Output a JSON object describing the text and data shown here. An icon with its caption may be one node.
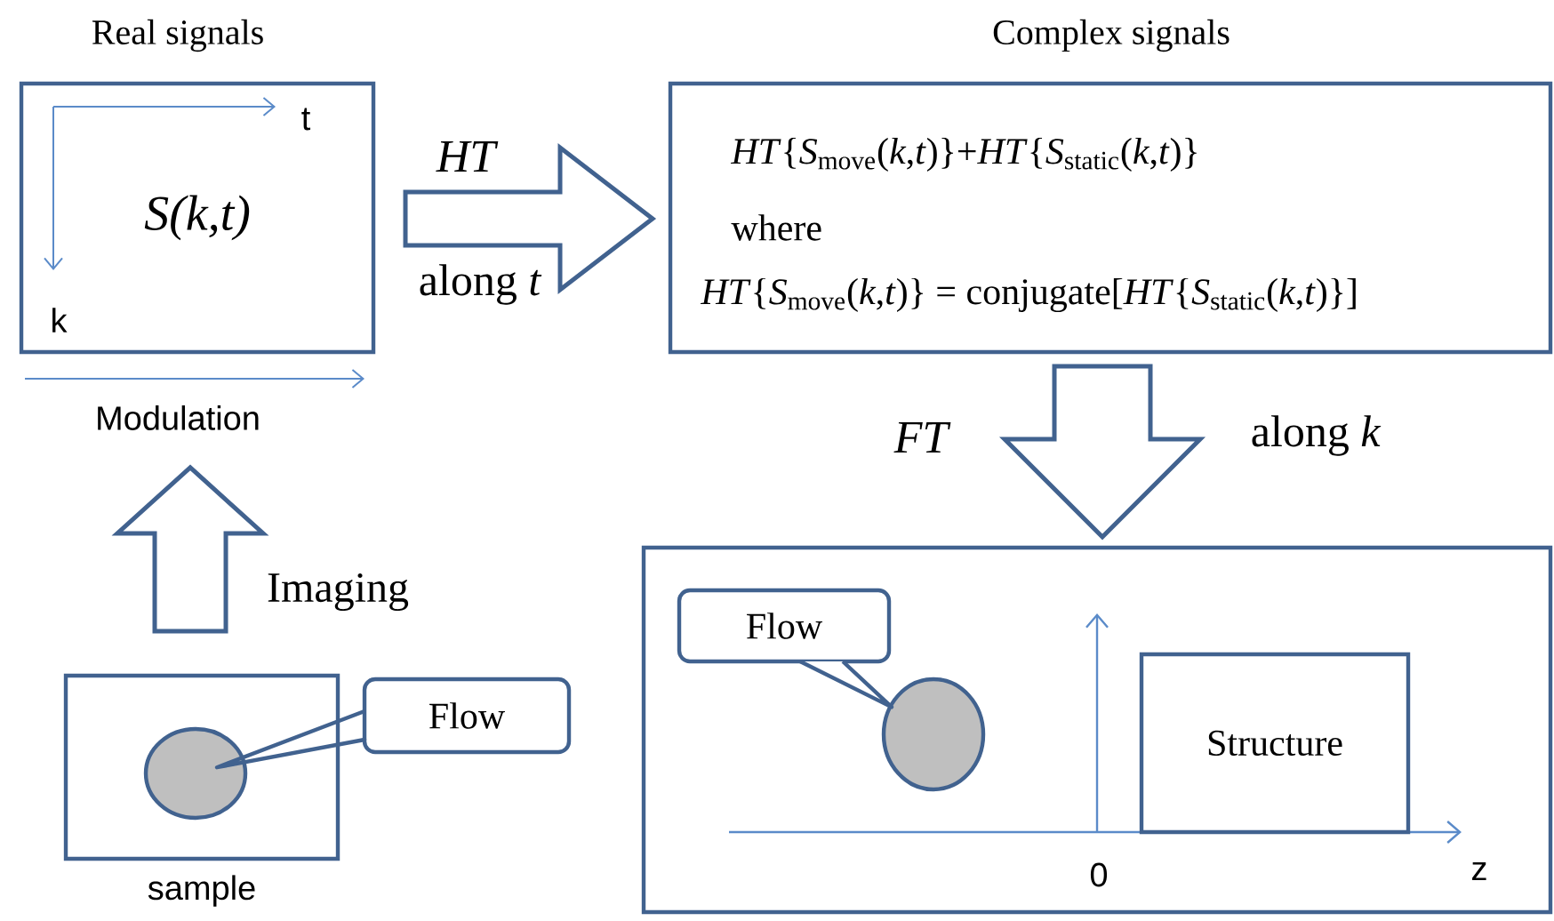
{
  "diagram": {
    "nodes": [
      {
        "text": [
          "Real signals",
          "S(k,t)"
        ]
      },
      {
        "text": [
          "Complex signals",
          "*HT*{*S*$_{move}$(*k*,*t*)}+*HT*{*S*$_{static}$(*k*,*t*)}",
          "where",
          "*HT*{*S*$_{move}$(*k*,*t*)} =  conjugate[*HT*{*S*$_{static}$(*k*,*t*)}]"
        ]
      },
      {
        "text": [],
        "shape": "box"
      },
      {
        "text": [
          "Flow"
        ],
        "in": 2
      },
      {
        "text": [],
        "shape": "circle",
        "in": 2
      },
      {
        "text": [
          "Structure"
        ],
        "in": 2
      },
      {
        "text": [],
        "shape": "box",
        "beside": [
          "sample"
        ]
      },
      {
        "text": [],
        "shape": "circle",
        "in": 6
      },
      {
        "text": [
          "Flow"
        ]
      }
    ],
    "edges": [
      {
        "from": 0,
        "to": 1,
        "arrow": "to",
        "label": "HT"
      },
      {
        "from": 1,
        "to": 2,
        "arrow": "to",
        "label": "FT"
      },
      {
        "from": 6,
        "to": 0,
        "arrow": "to",
        "label": "Imaging"
      },
      {
        "from": 8,
        "to": 7,
        "arrow": "none"
      },
      {
        "from": 3,
        "to": 4,
        "arrow": "none"
      }
    ],
    "labels": [
      "t",
      "k",
      "Modulation",
      "along *t*",
      "along *k*",
      "0",
      "z"
    ]
  }
}
